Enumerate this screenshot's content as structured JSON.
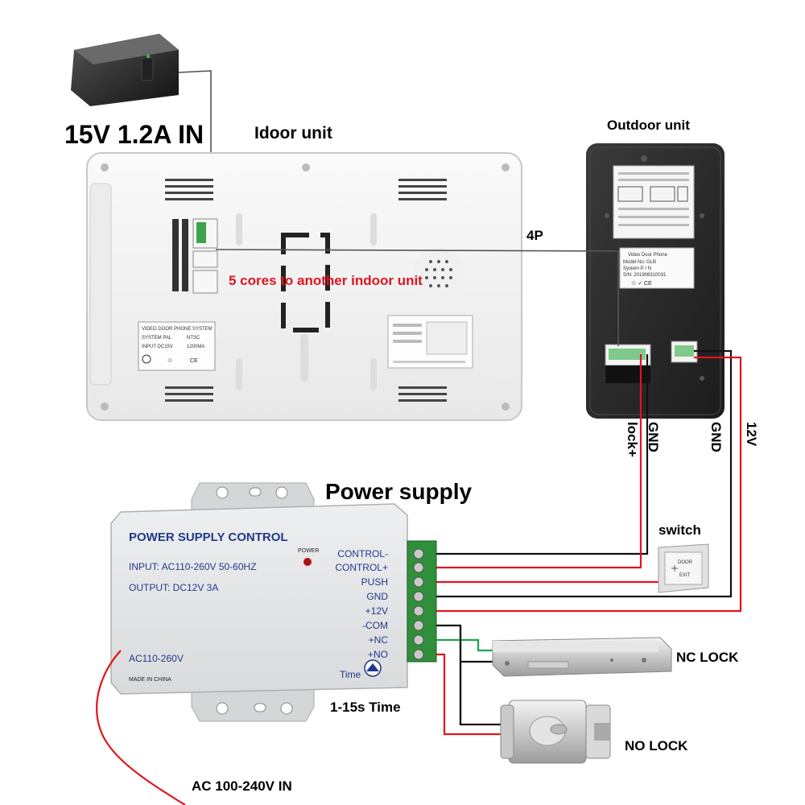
{
  "labels": {
    "adapter": "15V 1.2A  IN",
    "indoor_unit": "Idoor unit",
    "outdoor_unit": "Outdoor unit",
    "four_p": "4P",
    "five_cores": "5 cores to another indoor unit",
    "lock_plus": "lock+",
    "gnd_a": "GND",
    "gnd_b": "GND",
    "twelve_v": "12V",
    "power_supply": "Power supply",
    "switch": "switch",
    "nc_lock": "NC LOCK",
    "no_lock": "NO LOCK",
    "time_range": "1-15s Time",
    "ac_in": "AC 100-240V IN"
  },
  "power_supply_box": {
    "title": "POWER SUPPLY CONTROL",
    "input": "INPUT: AC110-260V 50-60HZ",
    "output": "OUTPUT: DC12V  3A",
    "power_led": "POWER",
    "ac_label": "AC110-260V",
    "made_in": "MADE IN CHINA",
    "time_knob": "Time",
    "terminals": [
      "CONTROL-",
      "CONTROL+",
      "PUSH",
      "GND",
      "+12V",
      "-COM",
      "+NC",
      "+NO"
    ]
  },
  "indoor_sticker": {
    "line1": "VIDEO DOOR PHONE SYSTEM",
    "line2": "SYSTEM  PAL",
    "line2b": "NTSC",
    "line3": "INPUT    DC15V",
    "line3b": "1200MA"
  },
  "outdoor_sticker": {
    "line1": "Video Door Phone",
    "line2": "Model No: GLB",
    "line3": "System P / N",
    "line4": "S/N: 201908310031"
  },
  "exit_button": {
    "line1": "DOOR",
    "line2": "EXIT"
  },
  "colors": {
    "wire_red": "#e0141e",
    "wire_black": "#111111",
    "wire_green": "#1aa64a",
    "terminal_green": "#2f8f3a",
    "indoor_body": "#f4f4f4",
    "outdoor_body": "#2a2a2a",
    "psu_body": "#e6e7e9"
  }
}
